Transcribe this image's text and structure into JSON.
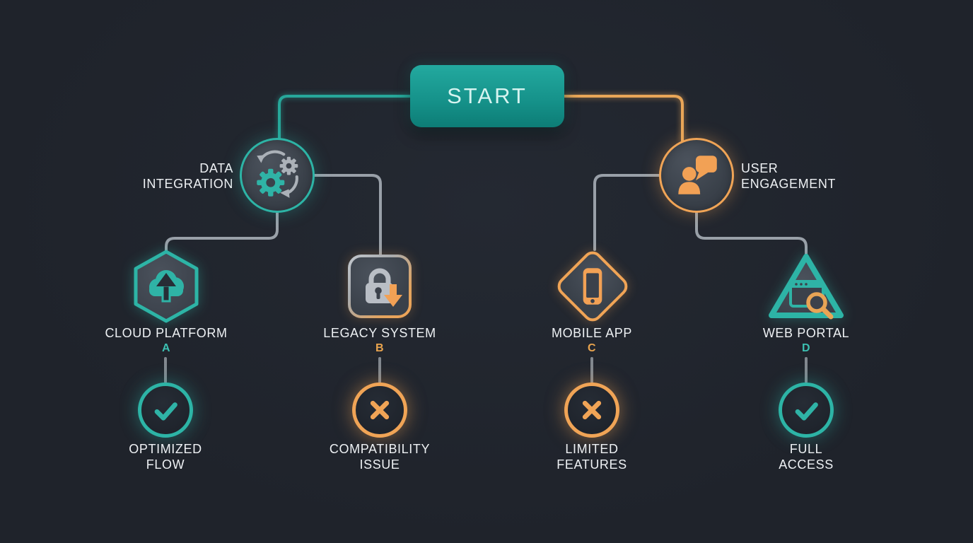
{
  "colors": {
    "background": "#20242c",
    "teal_accent": "#2db4a6",
    "orange_accent": "#f0a456",
    "gray_connector": "#99a0a8",
    "text": "#eef1f4",
    "start_fill": "#16938b"
  },
  "start": {
    "label": "START"
  },
  "branches": {
    "data_integration": {
      "line1": "DATA",
      "line2": "INTEGRATION",
      "icon": "gears-sync-icon",
      "accent": "teal"
    },
    "user_engagement": {
      "line1": "USER",
      "line2": "ENGAGEMENT",
      "icon": "person-chat-icon",
      "accent": "orange"
    }
  },
  "options": {
    "cloud_platform": {
      "label": "CLOUD PLATFORM",
      "letter": "A",
      "shape": "hexagon",
      "icon": "cloud-upload-icon",
      "accent": "teal"
    },
    "legacy_system": {
      "label": "LEGACY SYSTEM",
      "letter": "B",
      "shape": "rounded-square",
      "icon": "lock-download-icon",
      "accent": "orange"
    },
    "mobile_app": {
      "label": "MOBILE APP",
      "letter": "C",
      "shape": "diamond",
      "icon": "smartphone-icon",
      "accent": "orange"
    },
    "web_portal": {
      "label": "WEB PORTAL",
      "letter": "D",
      "shape": "triangle",
      "icon": "browser-search-icon",
      "accent": "teal"
    }
  },
  "outcomes": {
    "optimized_flow": {
      "line1": "OPTIMIZED",
      "line2": "FLOW",
      "status": "success",
      "icon": "check-icon"
    },
    "compatibility_issue": {
      "line1": "COMPATIBILITY",
      "line2": "ISSUE",
      "status": "failure",
      "icon": "x-icon"
    },
    "limited_features": {
      "line1": "LIMITED",
      "line2": "FEATURES",
      "status": "failure",
      "icon": "x-icon"
    },
    "full_access": {
      "line1": "FULL",
      "line2": "ACCESS",
      "status": "success",
      "icon": "check-icon"
    }
  }
}
